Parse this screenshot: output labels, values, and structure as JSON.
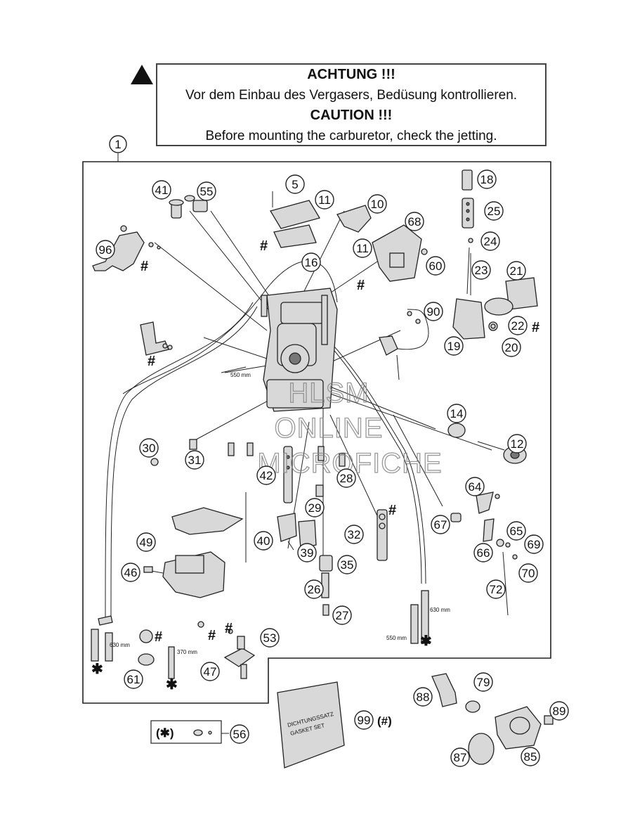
{
  "warning": {
    "title_de": "ACHTUNG !!!",
    "text_de": "Vor dem Einbau des Vergasers, Bedüsung kontrollieren.",
    "title_en": "CAUTION !!!",
    "text_en": "Before mounting the carburetor, check the jetting."
  },
  "assembly_number": "1",
  "callouts": [
    {
      "id": "5"
    },
    {
      "id": "10"
    },
    {
      "id": "11a",
      "label": "11"
    },
    {
      "id": "11b",
      "label": "11"
    },
    {
      "id": "12"
    },
    {
      "id": "14"
    },
    {
      "id": "16"
    },
    {
      "id": "18"
    },
    {
      "id": "19"
    },
    {
      "id": "20"
    },
    {
      "id": "21"
    },
    {
      "id": "22"
    },
    {
      "id": "23"
    },
    {
      "id": "24"
    },
    {
      "id": "25"
    },
    {
      "id": "26"
    },
    {
      "id": "27"
    },
    {
      "id": "28"
    },
    {
      "id": "29"
    },
    {
      "id": "30"
    },
    {
      "id": "31"
    },
    {
      "id": "32"
    },
    {
      "id": "35"
    },
    {
      "id": "39"
    },
    {
      "id": "40"
    },
    {
      "id": "41"
    },
    {
      "id": "42"
    },
    {
      "id": "46"
    },
    {
      "id": "47"
    },
    {
      "id": "49"
    },
    {
      "id": "53"
    },
    {
      "id": "55"
    },
    {
      "id": "56"
    },
    {
      "id": "60"
    },
    {
      "id": "61"
    },
    {
      "id": "64"
    },
    {
      "id": "65"
    },
    {
      "id": "66"
    },
    {
      "id": "67"
    },
    {
      "id": "68"
    },
    {
      "id": "69"
    },
    {
      "id": "70"
    },
    {
      "id": "72"
    },
    {
      "id": "79"
    },
    {
      "id": "85"
    },
    {
      "id": "87"
    },
    {
      "id": "88"
    },
    {
      "id": "89"
    },
    {
      "id": "90"
    },
    {
      "id": "96"
    },
    {
      "id": "99"
    }
  ],
  "labels": {
    "hose_550_a": "550 mm",
    "hose_550_b": "550 mm",
    "hose_630_a": "630 mm",
    "hose_630_b": "630 mm",
    "hose_370": "370 mm",
    "gasket_set_de": "DICHTUNGSSATZ",
    "gasket_set_en": "GASKET SET",
    "gasket_marker": "(#)",
    "star_marker": "(✱)",
    "hash": "#",
    "star": "✱"
  },
  "watermark": {
    "line1": "HLSM",
    "line2": "ONLINE",
    "line3": "MICROFICHE"
  }
}
